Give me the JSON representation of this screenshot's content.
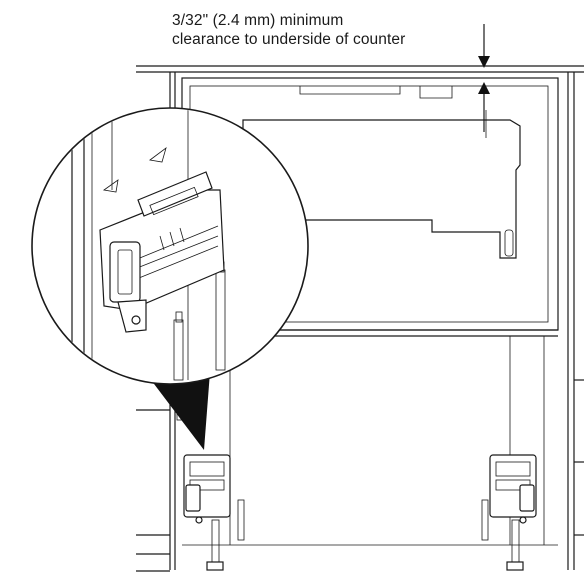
{
  "annotation": {
    "line1": "3/32\" (2.4 mm) minimum",
    "line2": "clearance to underside of counter"
  },
  "colors": {
    "line": "#1a1a1a",
    "background": "#ffffff",
    "callout_dark": "#111111"
  },
  "icons": {
    "dimension_arrows": "arrow-pair-icon",
    "magnifier": "magnified-detail-circle"
  }
}
